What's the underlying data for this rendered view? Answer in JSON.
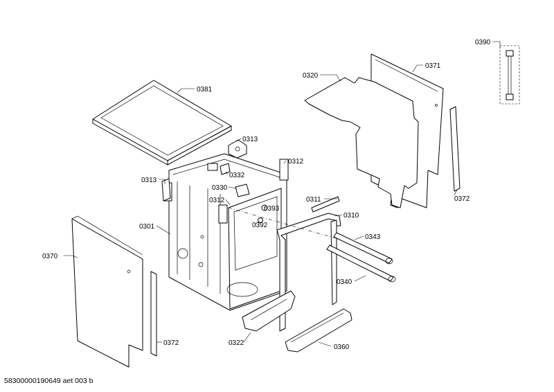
{
  "labels": {
    "p0390": "0390",
    "p0371": "0371",
    "p0320": "0320",
    "p0381": "0381",
    "p0313a": "0313",
    "p0313b": "0313",
    "p0332": "0332",
    "p0312a": "0312",
    "p0312b": "0312",
    "p0330": "0330",
    "p0393": "0393",
    "p0392": "0392",
    "p0311": "0311",
    "p0310": "0310",
    "p0301": "0301",
    "p0343": "0343",
    "p0340": "0340",
    "p0370": "0370",
    "p0372a": "0372",
    "p0372b": "0372",
    "p0322": "0322",
    "p0360": "0360"
  },
  "footer": "58300000190649 aet 003 b"
}
